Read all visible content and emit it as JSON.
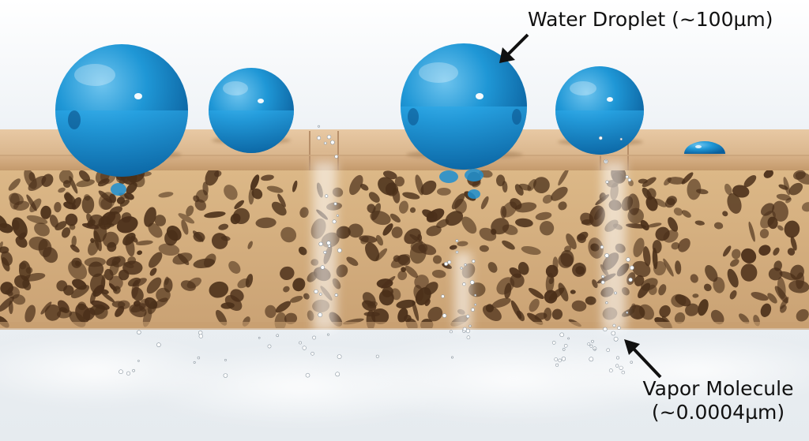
{
  "callouts": {
    "water_droplet": "Water Droplet (~100µm)",
    "vapor_molecule_line1": "Vapor Molecule",
    "vapor_molecule_line2": "(~0.0004µm)"
  },
  "colors": {
    "membrane_surface": "#e2c09a",
    "membrane_foam": "#d6b07c",
    "pore_shadow": "#4a2f19",
    "droplet": "#1d95d3",
    "background_top": "#f3f6f9",
    "vapor_mist": "#dfe5ea",
    "arrow": "#111111"
  },
  "icons": [
    "arrow-icon"
  ]
}
